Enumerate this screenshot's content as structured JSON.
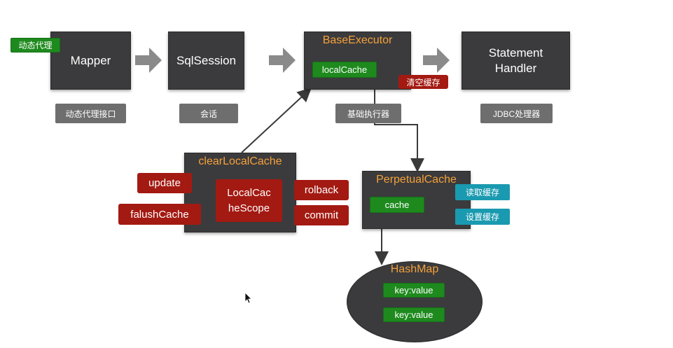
{
  "mapper": {
    "title": "Mapper",
    "tag": "动态代理",
    "label": "动态代理接口"
  },
  "sqlsession": {
    "title": "SqlSession",
    "label": "会话"
  },
  "executor": {
    "title": "BaseExecutor",
    "local_cache": "localCache",
    "clear_tag": "清空缓存",
    "label": "基础执行器"
  },
  "statement": {
    "title_line1": "Statement",
    "title_line2": "Handler",
    "label": "JDBC处理器"
  },
  "clear_local_cache": {
    "title": "clearLocalCache",
    "scope_line1": "LocalCac",
    "scope_line2": "heScope",
    "update": "update",
    "flush_cache": "falushCache",
    "rollback": "rolback",
    "commit": "commit"
  },
  "perpetual_cache": {
    "title": "PerpetualCache",
    "cache": "cache",
    "read": "读取缓存",
    "write": "设置缓存"
  },
  "hashmap": {
    "title": "HashMap",
    "entries": [
      "key:value",
      "key:value"
    ]
  },
  "colors": {
    "dark_box": "#3b3b3d",
    "green": "#1e8a1e",
    "red": "#a31a12",
    "teal": "#1a9ab0",
    "orange": "#f5a13a",
    "gray_label": "#6e6e6e",
    "arrow": "#8a8a8a"
  }
}
